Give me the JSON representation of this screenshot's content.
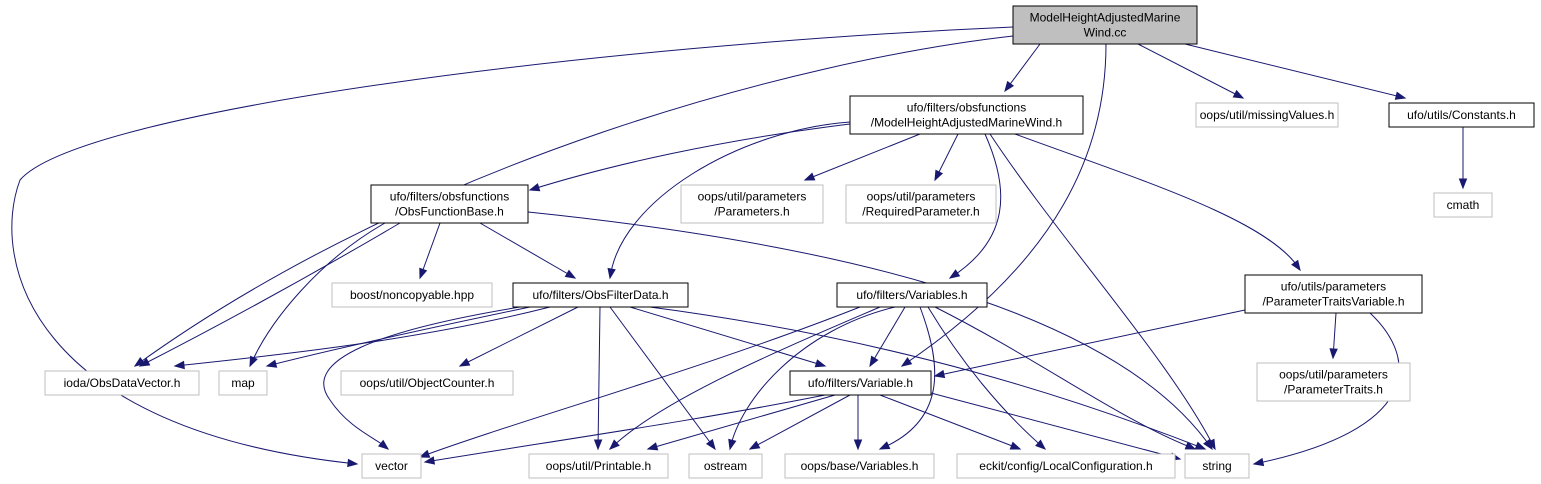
{
  "nodes": {
    "root": [
      "ModelHeightAdjustedMarine",
      "Wind.cc"
    ],
    "mhamw_h": [
      "ufo/filters/obsfunctions",
      "/ModelHeightAdjustedMarineWind.h"
    ],
    "missingvalues": [
      "oops/util/missingValues.h"
    ],
    "constants": [
      "ufo/utils/Constants.h"
    ],
    "cmath": [
      "cmath"
    ],
    "obsfunctionbase": [
      "ufo/filters/obsfunctions",
      "/ObsFunctionBase.h"
    ],
    "parameters": [
      "oops/util/parameters",
      "/Parameters.h"
    ],
    "requiredparameter": [
      "oops/util/parameters",
      "/RequiredParameter.h"
    ],
    "noncopyable": [
      "boost/noncopyable.hpp"
    ],
    "obsfilterdata": [
      "ufo/filters/ObsFilterData.h"
    ],
    "variables_h": [
      "ufo/filters/Variables.h"
    ],
    "paramtraitsvariable": [
      "ufo/utils/parameters",
      "/ParameterTraitsVariable.h"
    ],
    "obsdatavector": [
      "ioda/ObsDataVector.h"
    ],
    "map": [
      "map"
    ],
    "objectcounter": [
      "oops/util/ObjectCounter.h"
    ],
    "variable_h": [
      "ufo/filters/Variable.h"
    ],
    "parametertraits": [
      "oops/util/parameters",
      "/ParameterTraits.h"
    ],
    "vector": [
      "vector"
    ],
    "printable": [
      "oops/util/Printable.h"
    ],
    "ostream": [
      "ostream"
    ],
    "basevariables": [
      "oops/base/Variables.h"
    ],
    "localconfiguration": [
      "eckit/config/LocalConfiguration.h"
    ],
    "string": [
      "string"
    ]
  },
  "colors": {
    "edge": "#191970",
    "root_fill": "#bfbfbf",
    "documented_border": "#000000",
    "external_border": "#bfbfbf"
  }
}
